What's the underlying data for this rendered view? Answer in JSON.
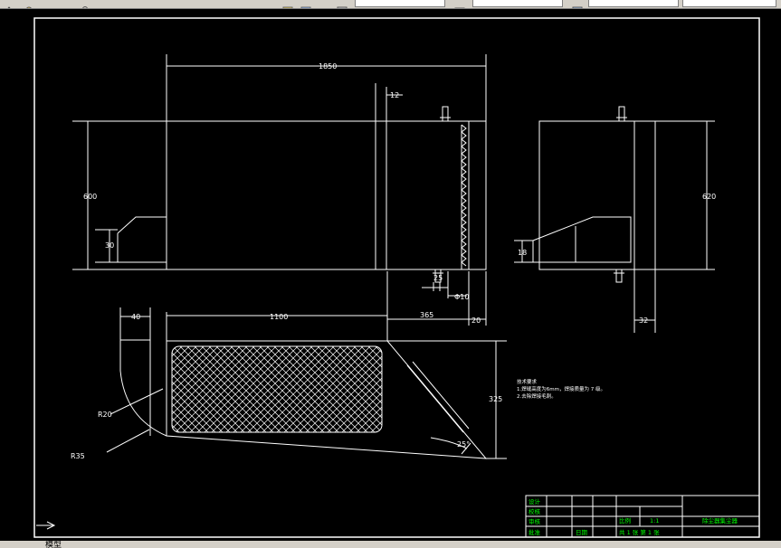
{
  "toolbar": {
    "layer_value": "",
    "color_value": "",
    "linetype_value": "",
    "lineweight_value": ""
  },
  "dimensions": {
    "overall_length": "1850",
    "d12": "12",
    "height_left": "600",
    "d30": "30",
    "height_right": "620",
    "d18": "18",
    "d25": "25",
    "d10": "Φ10",
    "d40": "40",
    "d1100": "1100",
    "d365": "365",
    "d20": "20",
    "d325": "325",
    "d32": "32",
    "r20": "R20",
    "r35": "R35",
    "angle": "25°"
  },
  "notes": {
    "title": "技术要求",
    "line1": "1.焊缝高度为6mm，焊接质量为 7 级。",
    "line2": "2.去除焊接毛刺。"
  },
  "title_block": {
    "design": "设计",
    "check": "校核",
    "review": "审核",
    "approve": "批准",
    "date": "日期",
    "scale_label": "比例",
    "scale_value": "1:1",
    "sheets": "共 1 张  第 1 张",
    "part_name": "除尘器集尘器"
  },
  "status": {
    "model_tab": "模型"
  },
  "colors": {
    "background": "#000000",
    "lines": "#ffffff",
    "title_text": "#00ff00",
    "notes_text": "#ffffff"
  }
}
